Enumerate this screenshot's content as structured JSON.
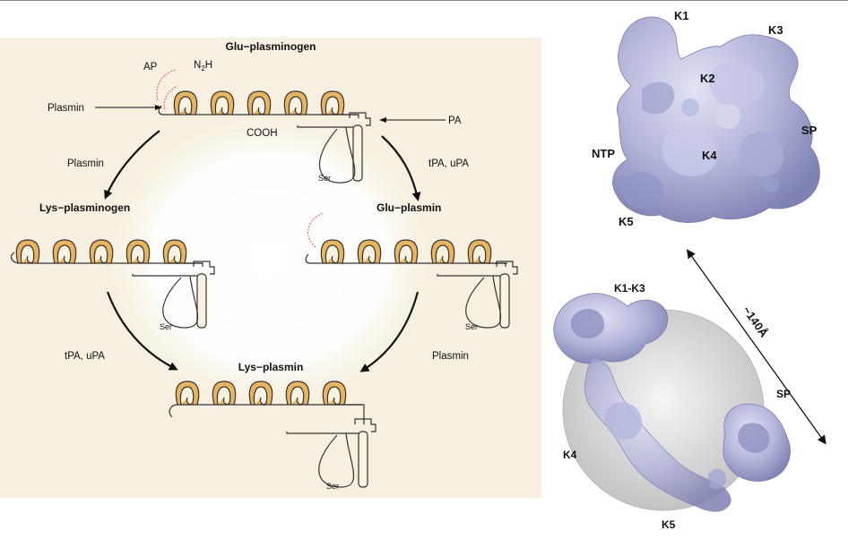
{
  "pathway": {
    "glu_plasminogen": "Glu−plasminogen",
    "lys_plasminogen": "Lys−plasminogen",
    "glu_plasmin": "Glu−plasmin",
    "lys_plasmin": "Lys−plasmin",
    "ap": "AP",
    "n2h_n": "N",
    "n2h_sub": "2",
    "n2h_h": "H",
    "plasmin_pointer": "Plasmin",
    "pa_pointer": "PA",
    "cooh": "COOH",
    "ser": "Ser",
    "arrow_labels": {
      "top_left": "Plasmin",
      "top_right": "tPA, uPA",
      "bottom_left": "tPA, uPA",
      "bottom_right": "Plasmin"
    }
  },
  "em_closed": {
    "labels": [
      "K1",
      "K2",
      "K3",
      "NTP",
      "K4",
      "SP",
      "K5"
    ]
  },
  "em_open": {
    "labels": [
      "K1-K3",
      "SP",
      "K4",
      "K5"
    ]
  },
  "dimension_label": "~140Å",
  "colors": {
    "panel_background": "#f7f0e1",
    "kringle_fill": "#e8b45e",
    "activation_peptide_arc": "#e05050",
    "em_density": "#aeb0d6",
    "sphere": "#d6d6d6"
  }
}
